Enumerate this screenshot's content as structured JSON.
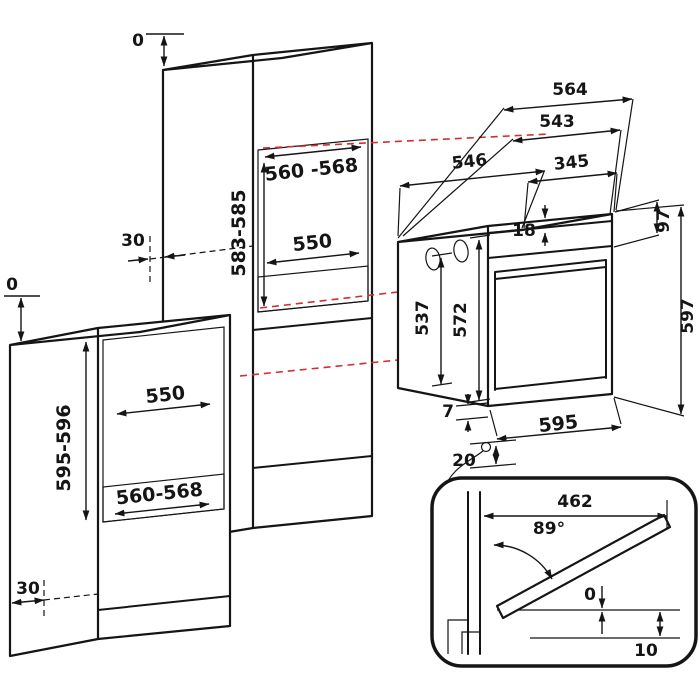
{
  "tall_cabinet": {
    "top_gap": "0",
    "rear_gap": "30",
    "niche_width": "560 -568",
    "niche_height": "583-585",
    "niche_depth": "550"
  },
  "base_cabinet": {
    "top_gap": "0",
    "plinth_gap": "30",
    "niche_depth": "550",
    "niche_height": "595-596",
    "niche_width": "560-568"
  },
  "oven": {
    "depth_total": "564",
    "depth_mid": "543",
    "depth_top": "546",
    "top_rear": "345",
    "knob_protrusion": "18",
    "panel_height": "97",
    "height_left": "537",
    "height_mid": "572",
    "height_total": "597",
    "gap_front": "7",
    "width": "595",
    "gap_bottom": "20"
  },
  "door_detail": {
    "door_width": "462",
    "open_angle": "89°",
    "gap_zero": "0",
    "gap_bottom": "10"
  },
  "colors": {
    "line": "#151515",
    "niche": "#c6c6c6",
    "niche_floor": "#e3e3e3",
    "projection": "#d03030",
    "background": "#ffffff"
  }
}
